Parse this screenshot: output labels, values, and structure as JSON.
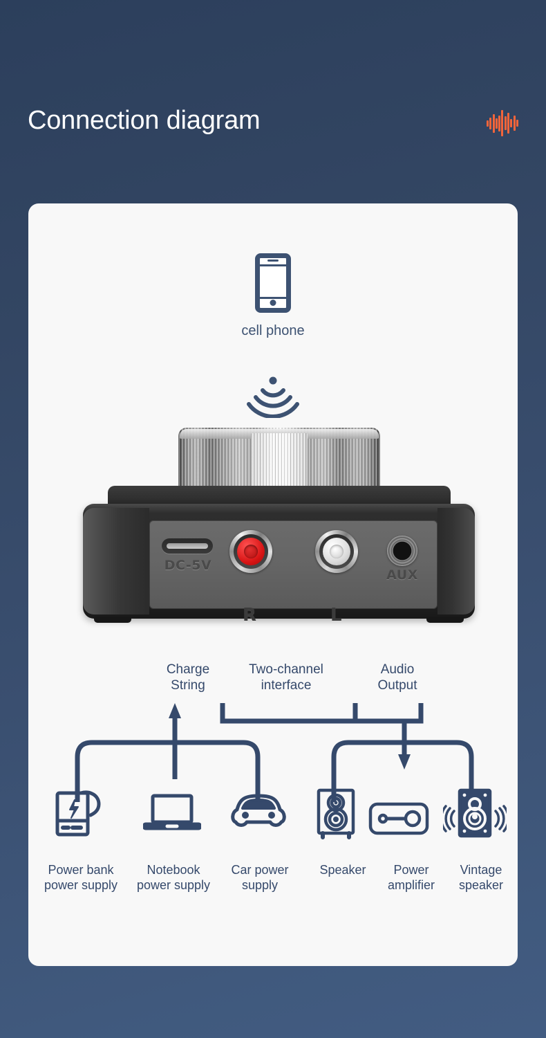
{
  "header": {
    "title": "Connection diagram",
    "waveform_bars": [
      9,
      17,
      27,
      15,
      23,
      38,
      20,
      30,
      12,
      22,
      10
    ],
    "accent_color": "#f4653a",
    "title_color": "#ffffff"
  },
  "theme": {
    "background_top": "#2c3f5c",
    "background_bottom": "#425c82",
    "card_background": "#f8f8f8",
    "line_color": "#35496b",
    "label_color": "#35496b"
  },
  "card": {
    "source": {
      "icon": "cell-phone-icon",
      "label": "cell phone",
      "signal_icon": "wireless-signal-icon"
    },
    "device": {
      "name": "bluetooth-audio-receiver",
      "knob": "volume-knob",
      "ports": [
        {
          "name": "usb-c-power-port",
          "label": "DC-5V"
        },
        {
          "name": "rca-right-jack",
          "label": "R",
          "color": "#d81414"
        },
        {
          "name": "rca-left-jack",
          "label": "L",
          "color": "#dcdcdc"
        },
        {
          "name": "aux-jack",
          "label": "AUX"
        }
      ]
    },
    "groups": [
      {
        "name": "charge-string",
        "label_line1": "Charge",
        "label_line2": "String"
      },
      {
        "name": "two-channel-interface",
        "label_line1": "Two-channel",
        "label_line2": "interface"
      },
      {
        "name": "audio-output",
        "label_line1": "Audio",
        "label_line2": "Output"
      }
    ],
    "devices": [
      {
        "icon": "power-bank-icon",
        "line1": "Power bank",
        "line2": "power supply"
      },
      {
        "icon": "notebook-icon",
        "line1": "Notebook",
        "line2": "power supply"
      },
      {
        "icon": "car-icon",
        "line1": "Car power",
        "line2": "supply"
      },
      {
        "icon": "speaker-icon",
        "line1": "Speaker",
        "line2": ""
      },
      {
        "icon": "amplifier-icon",
        "line1": "Power",
        "line2": "amplifier"
      },
      {
        "icon": "vintage-speaker-icon",
        "line1": "Vintage",
        "line2": "speaker"
      }
    ]
  }
}
